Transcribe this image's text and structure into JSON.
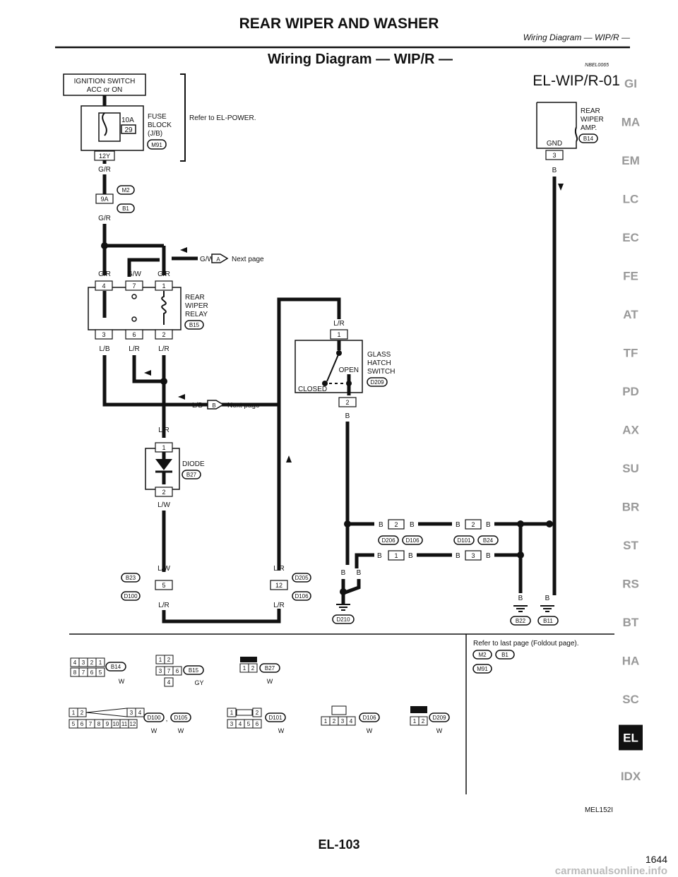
{
  "header": {
    "section_title": "REAR WIPER AND WASHER",
    "running_title": "Wiring Diagram — WIP/R —",
    "diagram_title": "Wiring Diagram — WIP/R —",
    "ref_code": "NBEL0065",
    "diagram_id": "EL-WIP/R-01"
  },
  "components": {
    "ignition_switch": "IGNITION SWITCH",
    "ignition_switch_2": "ACC or ON",
    "fuse_amp": "10A",
    "fuse_num": "29",
    "fuse_block": [
      "FUSE",
      "BLOCK",
      "(J/B)"
    ],
    "fuse_conn": "M91",
    "fuse_ref": "Refer to EL-POWER.",
    "fuse_pin": "12Y",
    "m2_pin": "9A",
    "relay_name": [
      "REAR",
      "WIPER",
      "RELAY"
    ],
    "relay_conn": "B15",
    "relay_pins_top": [
      "4",
      "7",
      "1"
    ],
    "relay_pins_bottom": [
      "3",
      "6",
      "2"
    ],
    "amp_name": [
      "REAR",
      "WIPER",
      "AMP."
    ],
    "amp_conn": "B14",
    "amp_gnd": "GND",
    "amp_pin": "3",
    "hatch_name": [
      "GLASS",
      "HATCH",
      "SWITCH"
    ],
    "hatch_conn": "D209",
    "hatch_open": "OPEN",
    "hatch_closed": "CLOSED",
    "hatch_pin_top": "1",
    "hatch_pin_bottom": "2",
    "diode_name": "DIODE",
    "diode_conn": "B27",
    "diode_pin_top": "1",
    "diode_pin_bottom": "2",
    "next_page": "Next page",
    "next_a": "A",
    "next_b": "B"
  },
  "wires": {
    "gr": "G/R",
    "gw": "G/W",
    "lb": "L/B",
    "lr": "L/R",
    "lw": "L/W",
    "b": "B"
  },
  "connectors": {
    "m2": "M2",
    "b1": "B1",
    "b23": "B23",
    "d100": "D100",
    "d205": "D205",
    "d106": "D106",
    "d206": "D206",
    "d101": "D101",
    "b24": "B24",
    "d210": "D210",
    "b22": "B22",
    "b11": "B11"
  },
  "pins": {
    "p5": "5",
    "p12": "12",
    "p2": "2",
    "p1": "1",
    "p3": "3"
  },
  "footer_note": {
    "line1": "Refer to last page (Foldout page).",
    "m2": "M2",
    "b1": "B1",
    "m91": "M91"
  },
  "connector_views": {
    "b14": {
      "rows": [
        [
          "4",
          "3",
          "2",
          "1"
        ],
        [
          "8",
          "7",
          "6",
          "5"
        ]
      ],
      "name": "B14",
      "color": "W"
    },
    "b15": {
      "rows": [
        [
          "1",
          "2"
        ],
        [
          "3",
          "7",
          "6"
        ],
        [
          "4"
        ]
      ],
      "name": "B15",
      "color": "GY"
    },
    "b27": {
      "rows": [
        [
          "1",
          "2"
        ]
      ],
      "name": "B27",
      "color": "W"
    },
    "d100": {
      "rows": [
        [
          "1",
          "2",
          "3",
          "4"
        ],
        [
          "5",
          "6",
          "7",
          "8",
          "9",
          "10",
          "11",
          "12"
        ]
      ],
      "name1": "D100",
      "name2": "D105",
      "color1": "W",
      "color2": "W"
    },
    "d101": {
      "rows": [
        [
          "1",
          "2"
        ],
        [
          "3",
          "4",
          "5",
          "6"
        ]
      ],
      "name": "D101",
      "color": "W"
    },
    "d106": {
      "rows": [
        [
          "1",
          "2",
          "3",
          "4"
        ]
      ],
      "name": "D106",
      "color": "W"
    },
    "d209": {
      "rows": [
        [
          "1",
          "2"
        ]
      ],
      "name": "D209",
      "color": "W"
    }
  },
  "side_index": [
    "GI",
    "MA",
    "EM",
    "LC",
    "EC",
    "FE",
    "AT",
    "TF",
    "PD",
    "AX",
    "SU",
    "BR",
    "ST",
    "RS",
    "BT",
    "HA",
    "SC",
    "EL",
    "IDX"
  ],
  "side_active": "EL",
  "figure_code": "MEL152I",
  "page_number": "EL-103",
  "page_index": "1644",
  "watermark": "carmanualsonline.info"
}
